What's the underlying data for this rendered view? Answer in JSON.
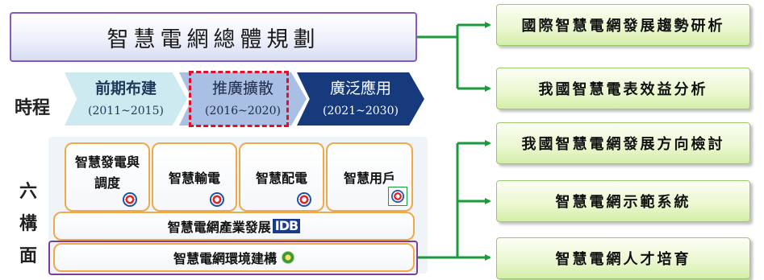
{
  "title": "智慧電網總體規劃",
  "timeline": {
    "label": "時程",
    "phases": [
      {
        "name": "前期布建",
        "years": "(2011~2015)"
      },
      {
        "name": "推廣擴散",
        "years": "(2016~2020)"
      },
      {
        "name": "廣泛應用",
        "years": "(2021~2030)"
      }
    ]
  },
  "facets": {
    "label_line1": "六構",
    "label_line2": "面",
    "cells": [
      {
        "text": "智慧發電與調度"
      },
      {
        "text": "智慧輸電"
      },
      {
        "text": "智慧配電"
      },
      {
        "text": "智慧用戶"
      }
    ],
    "industry_bar": "智慧電網產業發展",
    "industry_logo_text": "IDB",
    "environment_bar": "智慧電網環境建構"
  },
  "right_boxes": [
    "國際智慧電網發展趨勢研析",
    "我國智慧電表效益分析",
    "我國智慧電網發展方向檢討",
    "智慧電網示範系統",
    "智慧電網人才培育"
  ],
  "colors": {
    "connector": "#1a9a3a",
    "title_border": "#8a5ab8",
    "highlight_dash": "#e0102a",
    "cell_border": "#f0a848",
    "right_box_fill": "#eaf7cf"
  },
  "icons": [
    "taipower-logo",
    "taipower-logo",
    "taipower-logo",
    "taipower-logo",
    "idb-logo",
    "epa-gear-logo"
  ]
}
